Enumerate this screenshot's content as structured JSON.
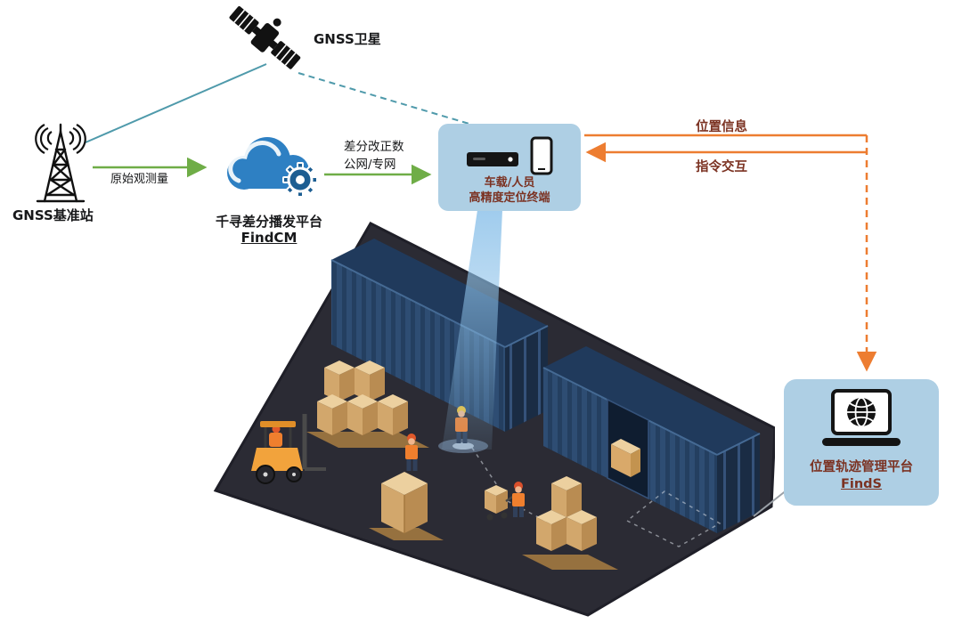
{
  "diagram": {
    "satellite": {
      "label": "GNSS卫星"
    },
    "base_station": {
      "label": "GNSS基准站"
    },
    "cloud_platform": {
      "title": "千寻差分播发平台",
      "name": "FindCM"
    },
    "terminal_panel": {
      "line1": "车载/人员",
      "line2": "高精度定位终端"
    },
    "management_panel": {
      "title": "位置轨迹管理平台",
      "name": "FindS"
    },
    "links": {
      "raw_observation": "原始观测量",
      "correction_line1": "差分改正数",
      "correction_line2": "公网/专网",
      "position_info": "位置信息",
      "command_interaction": "指令交互"
    },
    "colors": {
      "satellite_link": "#4f9aab",
      "data_arrow": "#6fad47",
      "interaction_arrow": "#ed7d31",
      "panel_background": "#aecfe4",
      "panel_text": "#7b3222",
      "cloud_blue": "#2e80c3",
      "container_navy": "#2e4d73"
    }
  }
}
